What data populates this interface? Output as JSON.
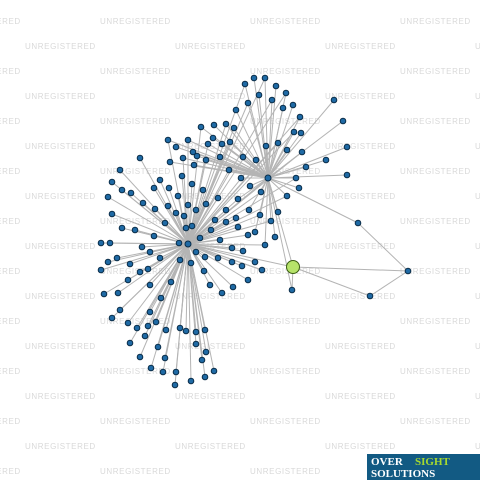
{
  "watermark_text": "UNREGISTERED",
  "colors": {
    "background": "#ffffff",
    "edge": "#b4b4b4",
    "node_fill": "#1f6aa5",
    "node_stroke": "#0b2d48",
    "highlight_fill": "#b6e36a",
    "highlight_stroke": "#3b5e12",
    "logo_bg": "#125a83",
    "logo_accent": "#a6d92f"
  },
  "logo": {
    "line1a": "OVER",
    "line1b": "SIGHT",
    "line2": "SOLUTIONS"
  },
  "graph": {
    "hubs": 2,
    "highlighted_nodes": 1,
    "regular_nodes": 160
  }
}
